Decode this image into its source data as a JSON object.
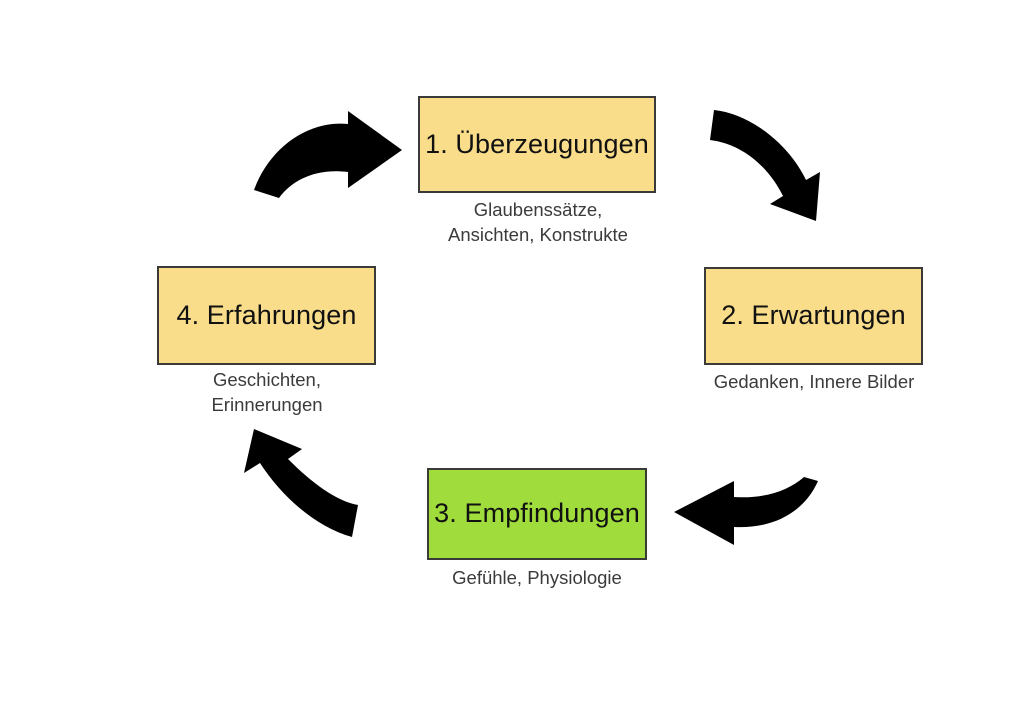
{
  "diagram": {
    "type": "cycle",
    "title": "",
    "background_color": "#ffffff",
    "node_fill_yellow": "#F9DD8A",
    "node_fill_green": "#A0DC3C",
    "node_border_color": "#3a3a38",
    "arrow_color": "#000000",
    "nodes": [
      {
        "id": "node-1",
        "label": "1. Überzeugungen",
        "caption": "Glaubenssätze,\nAnsichten, Konstrukte",
        "fill": "#F9DD8A",
        "position": "top"
      },
      {
        "id": "node-2",
        "label": "2. Erwartungen",
        "caption": "Gedanken, Innere Bilder",
        "fill": "#F9DD8A",
        "position": "right"
      },
      {
        "id": "node-3",
        "label": "3. Empfindungen",
        "caption": "Gefühle, Physiologie",
        "fill": "#A0DC3C",
        "position": "bottom"
      },
      {
        "id": "node-4",
        "label": "4. Erfahrungen",
        "caption": "Geschichten,\nErinnerungen",
        "fill": "#F9DD8A",
        "position": "left"
      }
    ],
    "arrows": [
      {
        "id": "arrow-4-to-1",
        "from": "node-4",
        "to": "node-1",
        "direction": "up-right",
        "icon": "curved-arrow-icon"
      },
      {
        "id": "arrow-1-to-2",
        "from": "node-1",
        "to": "node-2",
        "direction": "down-right",
        "icon": "curved-arrow-icon"
      },
      {
        "id": "arrow-2-to-3",
        "from": "node-2",
        "to": "node-3",
        "direction": "left",
        "icon": "curved-arrow-icon"
      },
      {
        "id": "arrow-3-to-4",
        "from": "node-3",
        "to": "node-4",
        "direction": "up-left",
        "icon": "curved-arrow-icon"
      }
    ]
  }
}
